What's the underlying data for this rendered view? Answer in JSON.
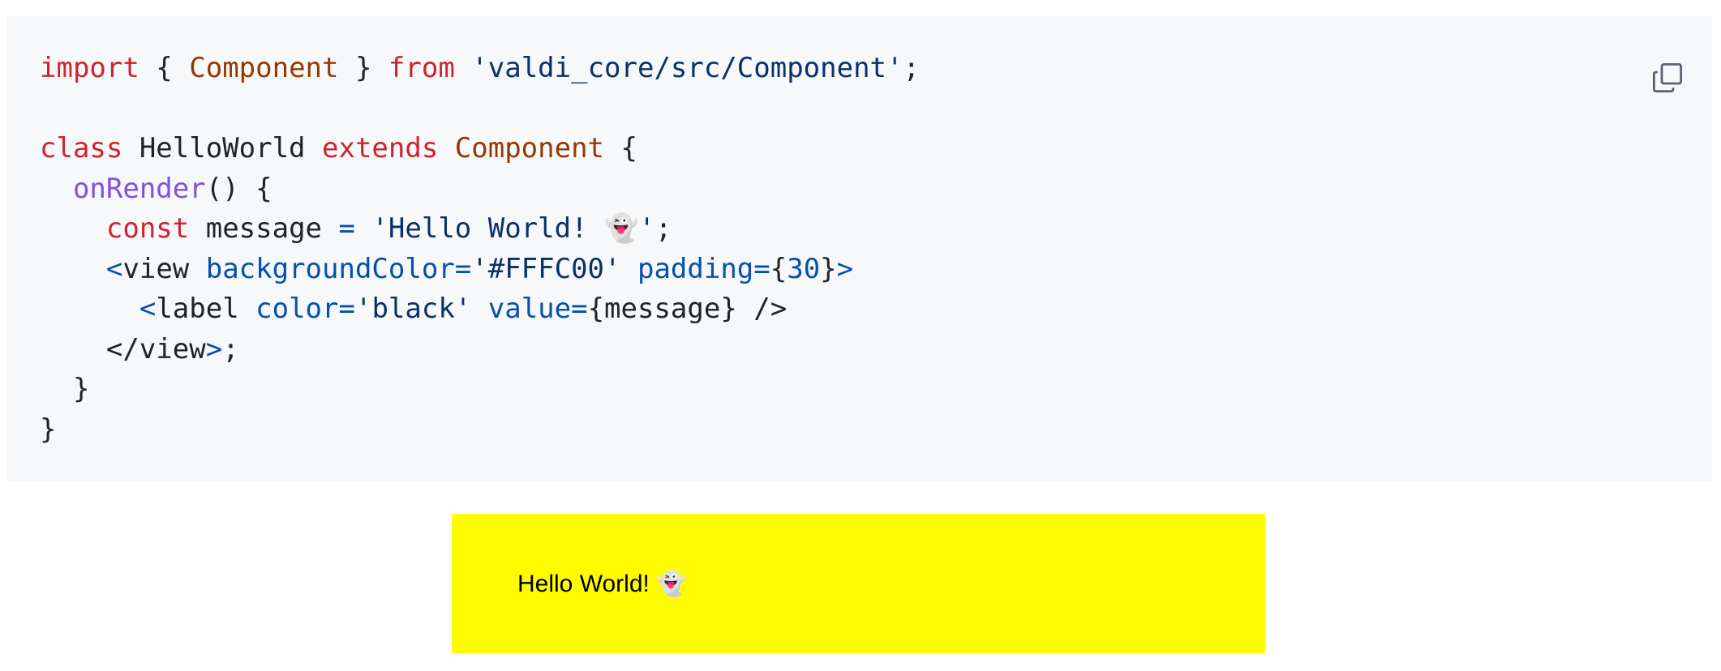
{
  "colors": {
    "code_background": "#f6f8fa",
    "keyword": "#cf222e",
    "class_name": "#953800",
    "string": "#0a3069",
    "function": "#8250df",
    "attribute": "#0550ae",
    "text": "#1f2328",
    "preview_background": "#FFFC00",
    "preview_text": "#000000"
  },
  "toolbar": {
    "copy_icon": "copy-icon"
  },
  "code": {
    "lines": [
      [
        {
          "t": "import",
          "c": "kw"
        },
        {
          "t": " { "
        },
        {
          "t": "Component",
          "c": "cls"
        },
        {
          "t": " } "
        },
        {
          "t": "from",
          "c": "kw"
        },
        {
          "t": " "
        },
        {
          "t": "'valdi_core/src/Component'",
          "c": "str"
        },
        {
          "t": ";"
        }
      ],
      [],
      [
        {
          "t": "class",
          "c": "kw"
        },
        {
          "t": " HelloWorld "
        },
        {
          "t": "extends",
          "c": "kw"
        },
        {
          "t": " "
        },
        {
          "t": "Component",
          "c": "cls"
        },
        {
          "t": " {"
        }
      ],
      [
        {
          "t": "  "
        },
        {
          "t": "onRender",
          "c": "fn"
        },
        {
          "t": "() {"
        }
      ],
      [
        {
          "t": "    "
        },
        {
          "t": "const",
          "c": "kw"
        },
        {
          "t": " message "
        },
        {
          "t": "=",
          "c": "attr"
        },
        {
          "t": " "
        },
        {
          "t": "'Hello World! 👻'",
          "c": "str"
        },
        {
          "t": ";"
        }
      ],
      [
        {
          "t": "    "
        },
        {
          "t": "<",
          "c": "attr"
        },
        {
          "t": "view "
        },
        {
          "t": "backgroundColor=",
          "c": "attr"
        },
        {
          "t": "'#FFFC00'",
          "c": "str"
        },
        {
          "t": " "
        },
        {
          "t": "padding=",
          "c": "attr"
        },
        {
          "t": "{"
        },
        {
          "t": "30",
          "c": "num"
        },
        {
          "t": "}"
        },
        {
          "t": ">",
          "c": "attr"
        }
      ],
      [
        {
          "t": "      "
        },
        {
          "t": "<",
          "c": "attr"
        },
        {
          "t": "label "
        },
        {
          "t": "color=",
          "c": "attr"
        },
        {
          "t": "'black'",
          "c": "str"
        },
        {
          "t": " "
        },
        {
          "t": "value=",
          "c": "attr"
        },
        {
          "t": "{message} />"
        }
      ],
      [
        {
          "t": "    </view"
        },
        {
          "t": ">",
          "c": "attr"
        },
        {
          "t": ";"
        }
      ],
      [
        {
          "t": "  }"
        }
      ],
      [
        {
          "t": "}"
        }
      ]
    ]
  },
  "preview": {
    "label": "Hello World! 👻"
  }
}
